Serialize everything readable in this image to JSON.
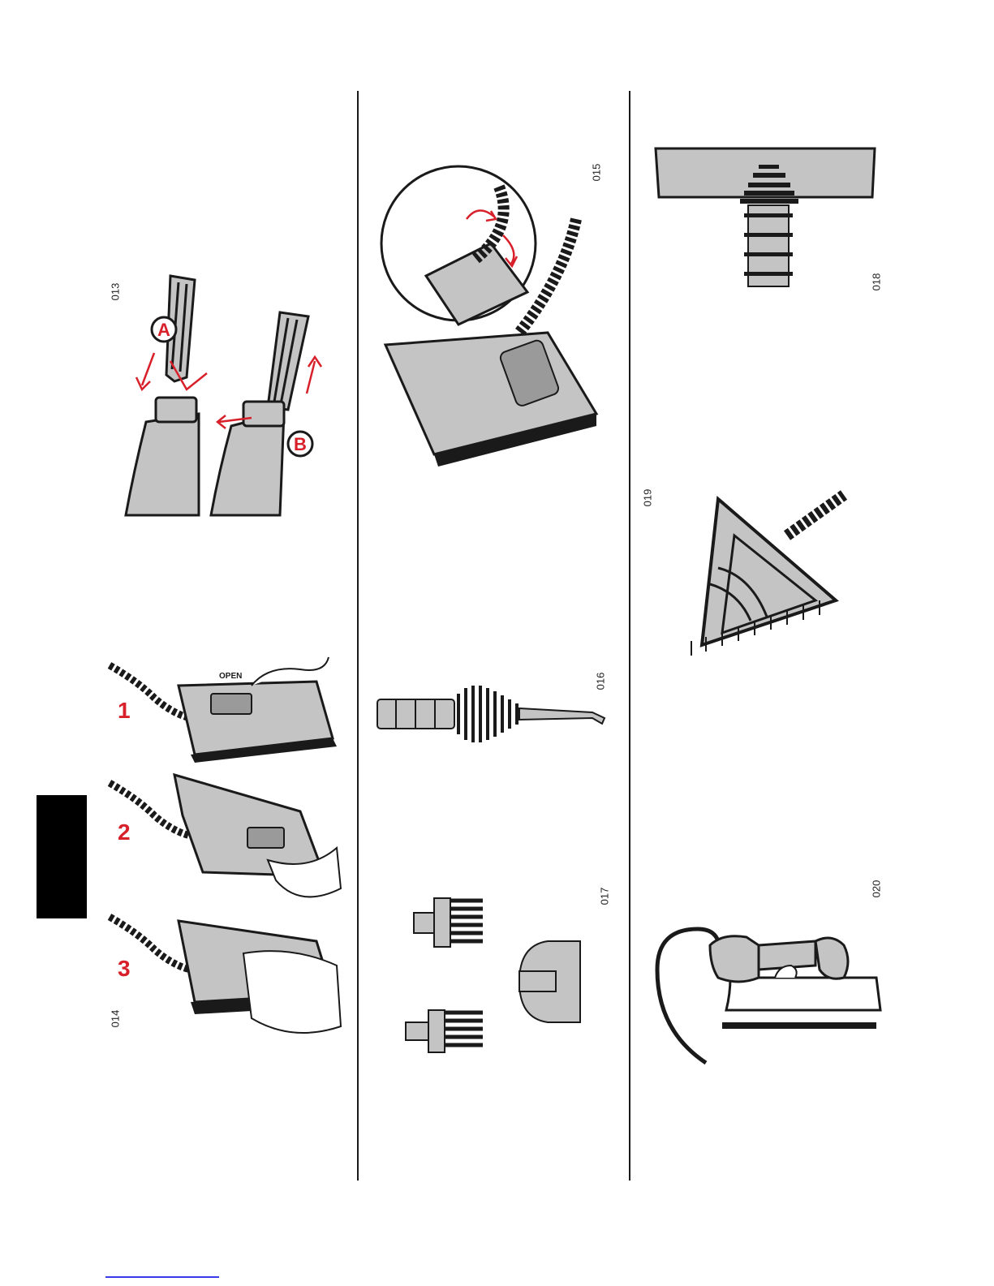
{
  "figures": {
    "f013": "013",
    "f014": "014",
    "f015": "015",
    "f016": "016",
    "f017": "017",
    "f018": "018",
    "f019": "019",
    "f020": "020"
  },
  "callouts": {
    "a": "A",
    "b": "B"
  },
  "steps": [
    "1",
    "2",
    "3"
  ],
  "nozzle_labels": {
    "open": "OPEN"
  },
  "colors": {
    "accent": "#d8202a",
    "ink": "#1a1a1a",
    "fill": "#c4c4c4"
  }
}
